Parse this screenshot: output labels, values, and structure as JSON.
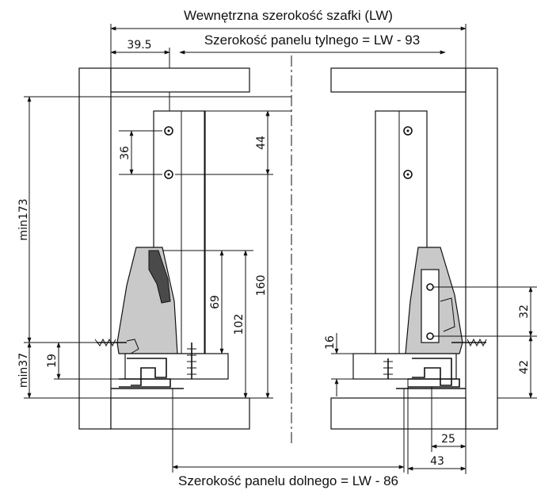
{
  "labels": {
    "title_width": "Wewnętrzna szerokość szafki (LW)",
    "back_panel": "Szerokość panelu tylnego = LW - 93",
    "bottom_panel": "Szerokość panelu dolnego = LW - 86"
  },
  "dimensions": {
    "d_39_5": "39.5",
    "d_36": "36",
    "d_44": "44",
    "d_min173": "min173",
    "d_69": "69",
    "d_102": "102",
    "d_160": "160",
    "d_19": "19",
    "d_min37": "min37",
    "d_16": "16",
    "d_32": "32",
    "d_42": "42",
    "d_25": "25",
    "d_43": "43"
  }
}
